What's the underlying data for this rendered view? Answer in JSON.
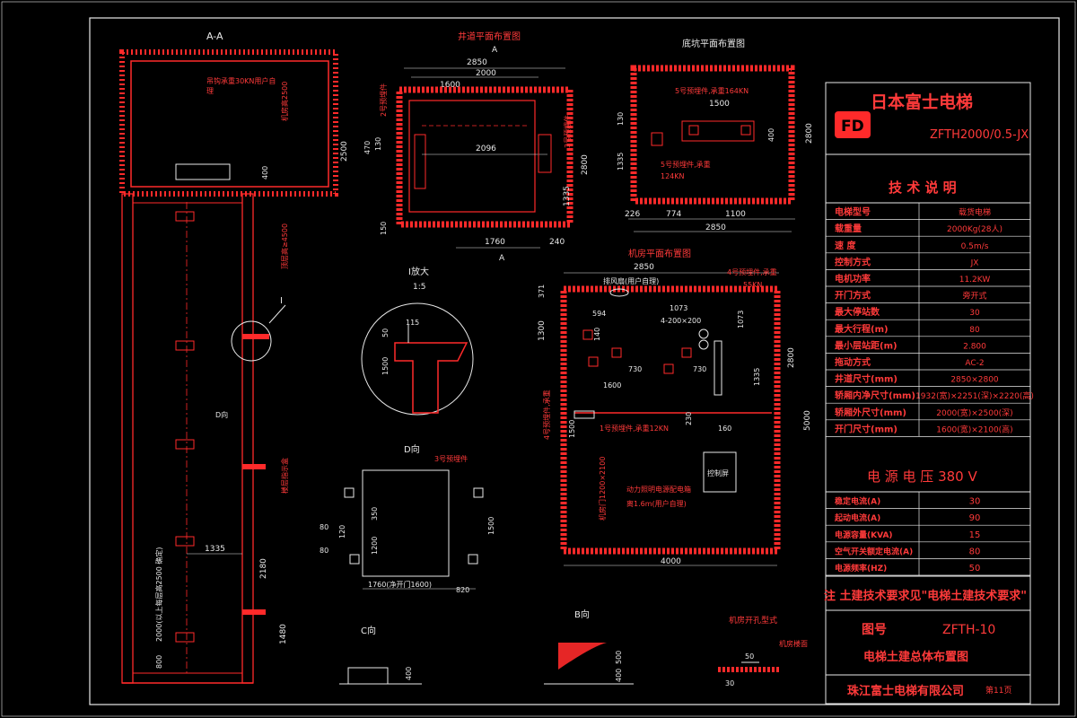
{
  "titles": {
    "section_aa": "A-A",
    "shaft_plan": "井道平面布置图",
    "pit_plan": "底坑平面布置图",
    "machine_plan": "机房平面布置图",
    "detail_i": "I放大",
    "detail_scale": "1:5",
    "view_d_small": "D向",
    "view_d": "D向",
    "view_c": "C向",
    "view_b": "B向",
    "hole_detail": "机房开孔型式",
    "section_marker_a": "A"
  },
  "aa_labels": {
    "hook": "吊钩承重30KN用户自",
    "hook2": "理",
    "floor_indicator": "楼层指示盒",
    "dim_2500": "机房高2500",
    "dim_4500": "顶层高≥4500",
    "dim_400": "400",
    "dim_1335": "1335",
    "dim_2180": "2180",
    "dim_1480": "1480",
    "dim_800": "800",
    "dim_2000": "2000(以上每层高2500 确定)",
    "marker_i": "I"
  },
  "shaft_dims": {
    "d2850": "2850",
    "d2000": "2000",
    "d1600": "1600",
    "d2096": "2096",
    "d2500": "2500",
    "d470": "470",
    "d130": "130",
    "d2800": "2800",
    "d1335": "1335",
    "d1760": "1760",
    "d150": "150",
    "d240": "240",
    "embed2": "2号预埋件",
    "embed3": "3号预埋件"
  },
  "pit_dims": {
    "embed5a": "5号预埋件,承重164KN",
    "d1500": "1500",
    "d130": "130",
    "d1335": "1335",
    "embed5b": "5号预埋件,承重",
    "load": "124KN",
    "d400": "400",
    "d2800": "2800",
    "d226": "226",
    "d774": "774",
    "d1100": "1100",
    "d2850": "2850"
  },
  "machine_dims": {
    "d2850": "2850",
    "vent": "排风扇(用户自理)",
    "embed4": "4号预埋件,承重",
    "load": "55KN",
    "d371": "371",
    "d1300": "1300",
    "d594": "594",
    "d1073a": "1073",
    "d1073b": "1073",
    "holes": "4-200×200",
    "d140": "140",
    "d730a": "730",
    "d730b": "730",
    "d1600": "1600",
    "d1335": "1335",
    "d2800": "2800",
    "d5000": "5000",
    "d230": "230",
    "d160": "160",
    "embed1": "1号预埋件,承重12KN",
    "embed4b": "4号预埋件,承重",
    "d1500": "1500",
    "door": "机房门1200×2100",
    "power": "动力照明电源配电箱",
    "power2": "离1.6m(用户自理)",
    "control": "控制屏",
    "d4000": "4000"
  },
  "detail_dims": {
    "d115": "115",
    "d50": "50",
    "d1500": "1500"
  },
  "viewd_dims": {
    "d80a": "80",
    "d120": "120",
    "d350": "350",
    "d1200": "1200",
    "d80b": "80",
    "d1760": "1760(净开门1600)",
    "d820": "820",
    "d1500": "1500"
  },
  "viewc_dims": {
    "d400": "400"
  },
  "viewb_dims": {
    "d400": "400",
    "d500": "500"
  },
  "hole_dims": {
    "d50": "50",
    "d30": "30",
    "note": "机房楼面"
  },
  "titleblock": {
    "brand": "日本富士电梯",
    "logo": "FD",
    "model_code": "ZFTH2000/0.5-JX",
    "spec_title": "技 术 说 明",
    "specs": [
      {
        "label": "电梯型号",
        "value": "载货电梯"
      },
      {
        "label": "载重量",
        "value": "2000Kg(28人)"
      },
      {
        "label": "速 度",
        "value": "0.5m/s"
      },
      {
        "label": "控制方式",
        "value": "JX"
      },
      {
        "label": "电机功率",
        "value": "11.2KW"
      },
      {
        "label": "开门方式",
        "value": "旁开式"
      },
      {
        "label": "最大停站数",
        "value": "30"
      },
      {
        "label": "最大行程(m)",
        "value": "80"
      },
      {
        "label": "最小层站距(m)",
        "value": "2.800"
      },
      {
        "label": "拖动方式",
        "value": "AC-2"
      },
      {
        "label": "井道尺寸(mm)",
        "value": "2850×2800"
      },
      {
        "label": "轿厢内净尺寸(mm)",
        "value": "1932(宽)×2251(深)×2220(高)"
      },
      {
        "label": "轿厢外尺寸(mm)",
        "value": "2000(宽)×2500(深)"
      },
      {
        "label": "开门尺寸(mm)",
        "value": "1600(宽)×2100(高)"
      }
    ],
    "power_title": "电 源 电 压 380 V",
    "power": [
      {
        "label": "稳定电流(A)",
        "value": "30"
      },
      {
        "label": "起动电流(A)",
        "value": "90"
      },
      {
        "label": "电源容量(KVA)",
        "value": "15"
      },
      {
        "label": "空气开关额定电流(A)",
        "value": "80"
      },
      {
        "label": "电源频率(HZ)",
        "value": "50"
      }
    ],
    "note": "注 土建技术要求见\"电梯土建技术要求\"",
    "drawing_no_label": "图号",
    "drawing_no": "ZFTH-10",
    "drawing_title": "电梯土建总体布置图",
    "company": "珠江富士电梯有限公司",
    "page": "第11页"
  },
  "colors": {
    "background": "#000000",
    "red": "#ff2a2a",
    "white": "#e8e8e8"
  }
}
